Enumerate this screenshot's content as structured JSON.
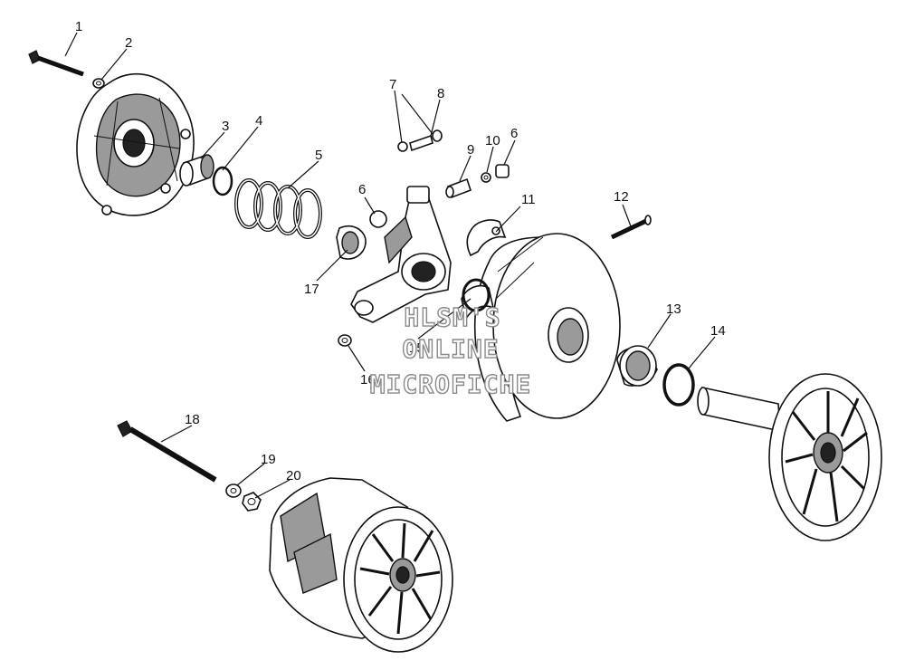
{
  "callouts": [
    {
      "label": "1"
    },
    {
      "label": "2"
    },
    {
      "label": "3"
    },
    {
      "label": "4"
    },
    {
      "label": "5"
    },
    {
      "label": "6"
    },
    {
      "label": "6"
    },
    {
      "label": "7"
    },
    {
      "label": "8"
    },
    {
      "label": "9"
    },
    {
      "label": "10"
    },
    {
      "label": "11"
    },
    {
      "label": "12"
    },
    {
      "label": "13"
    },
    {
      "label": "14"
    },
    {
      "label": "15"
    },
    {
      "label": "16"
    },
    {
      "label": "17"
    },
    {
      "label": "18"
    },
    {
      "label": "19"
    },
    {
      "label": "20"
    }
  ],
  "watermark": {
    "line1": "HLSM'S",
    "line2": "ONLINE",
    "line3": "MICROFICHE"
  }
}
